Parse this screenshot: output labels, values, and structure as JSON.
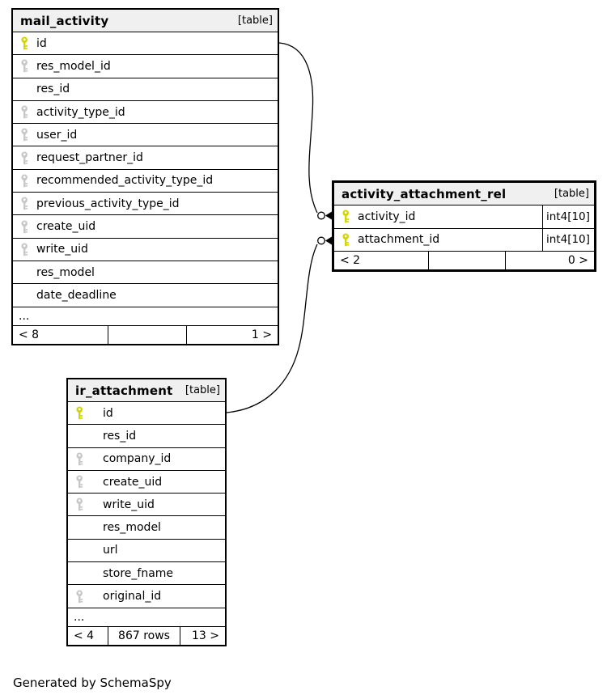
{
  "diagram": {
    "generated_by": "Generated by SchemaSpy"
  },
  "colors": {
    "primary_key": "#d4d400",
    "foreign_key": "#c8c8c8",
    "header_bg": "#f0f0f0",
    "border": "#000000"
  },
  "tables": [
    {
      "name": "mail_activity",
      "badge": "[table]",
      "focus": false,
      "columns": [
        {
          "name": "id",
          "icon": "primary-key-icon"
        },
        {
          "name": "res_model_id",
          "icon": "foreign-key-icon"
        },
        {
          "name": "res_id",
          "icon": null
        },
        {
          "name": "activity_type_id",
          "icon": "foreign-key-icon"
        },
        {
          "name": "user_id",
          "icon": "foreign-key-icon"
        },
        {
          "name": "request_partner_id",
          "icon": "foreign-key-icon"
        },
        {
          "name": "recommended_activity_type_id",
          "icon": "foreign-key-icon"
        },
        {
          "name": "previous_activity_type_id",
          "icon": "foreign-key-icon"
        },
        {
          "name": "create_uid",
          "icon": "foreign-key-icon"
        },
        {
          "name": "write_uid",
          "icon": "foreign-key-icon"
        },
        {
          "name": "res_model",
          "icon": null
        },
        {
          "name": "date_deadline",
          "icon": null
        }
      ],
      "truncation": "...",
      "footer": {
        "left": "< 8",
        "center": "",
        "right": "1 >"
      }
    },
    {
      "name": "activity_attachment_rel",
      "badge": "[table]",
      "focus": true,
      "columns": [
        {
          "name": "activity_id",
          "icon": "primary-key-icon",
          "type": "int4[10]"
        },
        {
          "name": "attachment_id",
          "icon": "primary-key-icon",
          "type": "int4[10]"
        }
      ],
      "truncation": null,
      "footer": {
        "left": "< 2",
        "center": "",
        "right": "0 >"
      }
    },
    {
      "name": "ir_attachment",
      "badge": "[table]",
      "focus": false,
      "columns": [
        {
          "name": "id",
          "icon": "primary-key-icon"
        },
        {
          "name": "res_id",
          "icon": null
        },
        {
          "name": "company_id",
          "icon": "foreign-key-icon"
        },
        {
          "name": "create_uid",
          "icon": "foreign-key-icon"
        },
        {
          "name": "write_uid",
          "icon": "foreign-key-icon"
        },
        {
          "name": "res_model",
          "icon": null
        },
        {
          "name": "url",
          "icon": null
        },
        {
          "name": "store_fname",
          "icon": null
        },
        {
          "name": "original_id",
          "icon": "foreign-key-icon"
        }
      ],
      "truncation": "...",
      "footer": {
        "left": "< 4",
        "center": "867 rows",
        "right": "13 >"
      }
    }
  ],
  "relationships": [
    {
      "from": "mail_activity.id",
      "to": "activity_attachment_rel.activity_id"
    },
    {
      "from": "ir_attachment.id",
      "to": "activity_attachment_rel.attachment_id"
    }
  ]
}
